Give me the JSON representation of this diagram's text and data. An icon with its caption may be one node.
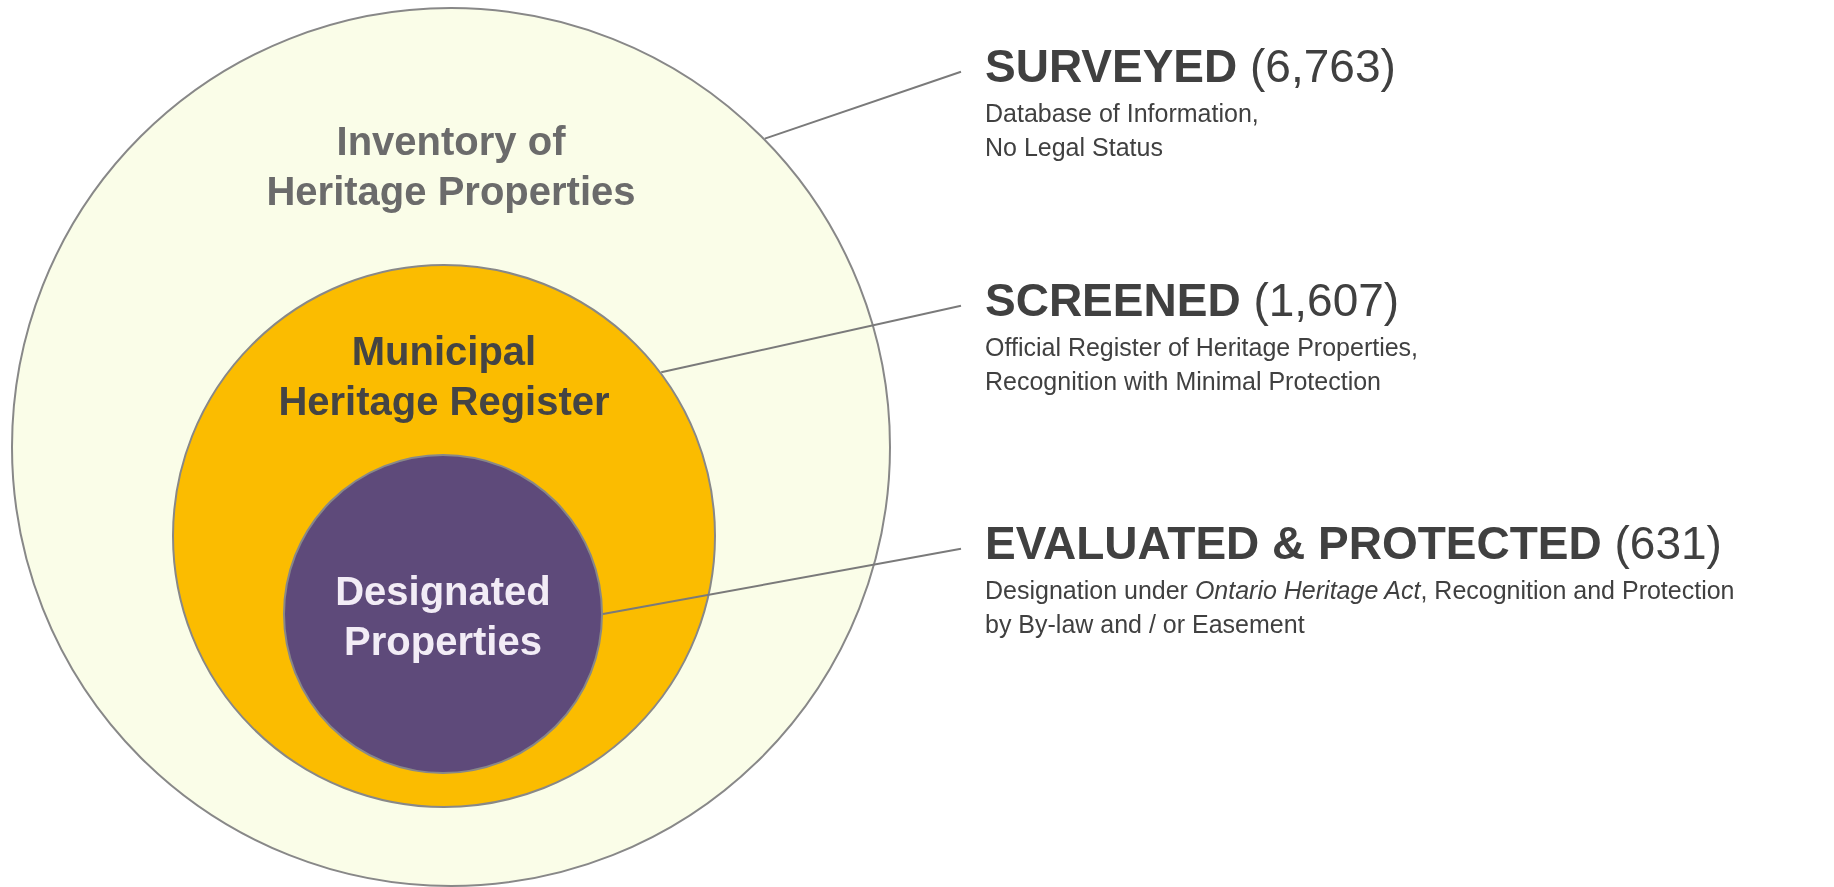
{
  "diagram": {
    "nodes": [
      {
        "text": [
          "Inventory of Heritage Properties"
        ]
      },
      {
        "text": [
          "Municipal Heritage Register"
        ],
        "in": 0
      },
      {
        "text": [
          "Designated Properties"
        ],
        "in": 1
      },
      {
        "text": [
          "**SURVEYED** (6,763)",
          "Database of Information, No Legal Status"
        ]
      },
      {
        "text": [
          "**SCREENED** (1,607)",
          "Official Register of Heritage Properties, Recognition with Minimal Protection"
        ]
      },
      {
        "text": [
          "**EVALUATED & PROTECTED** (631)",
          "Designation under *Ontario Heritage Act*, Recognition and Protection by By-law and / or Easement"
        ]
      }
    ],
    "edges": [
      {
        "from": 3,
        "to": 0,
        "arrow": "none"
      },
      {
        "from": 4,
        "to": 1,
        "arrow": "none"
      },
      {
        "from": 5,
        "to": 2,
        "arrow": "none"
      }
    ]
  }
}
